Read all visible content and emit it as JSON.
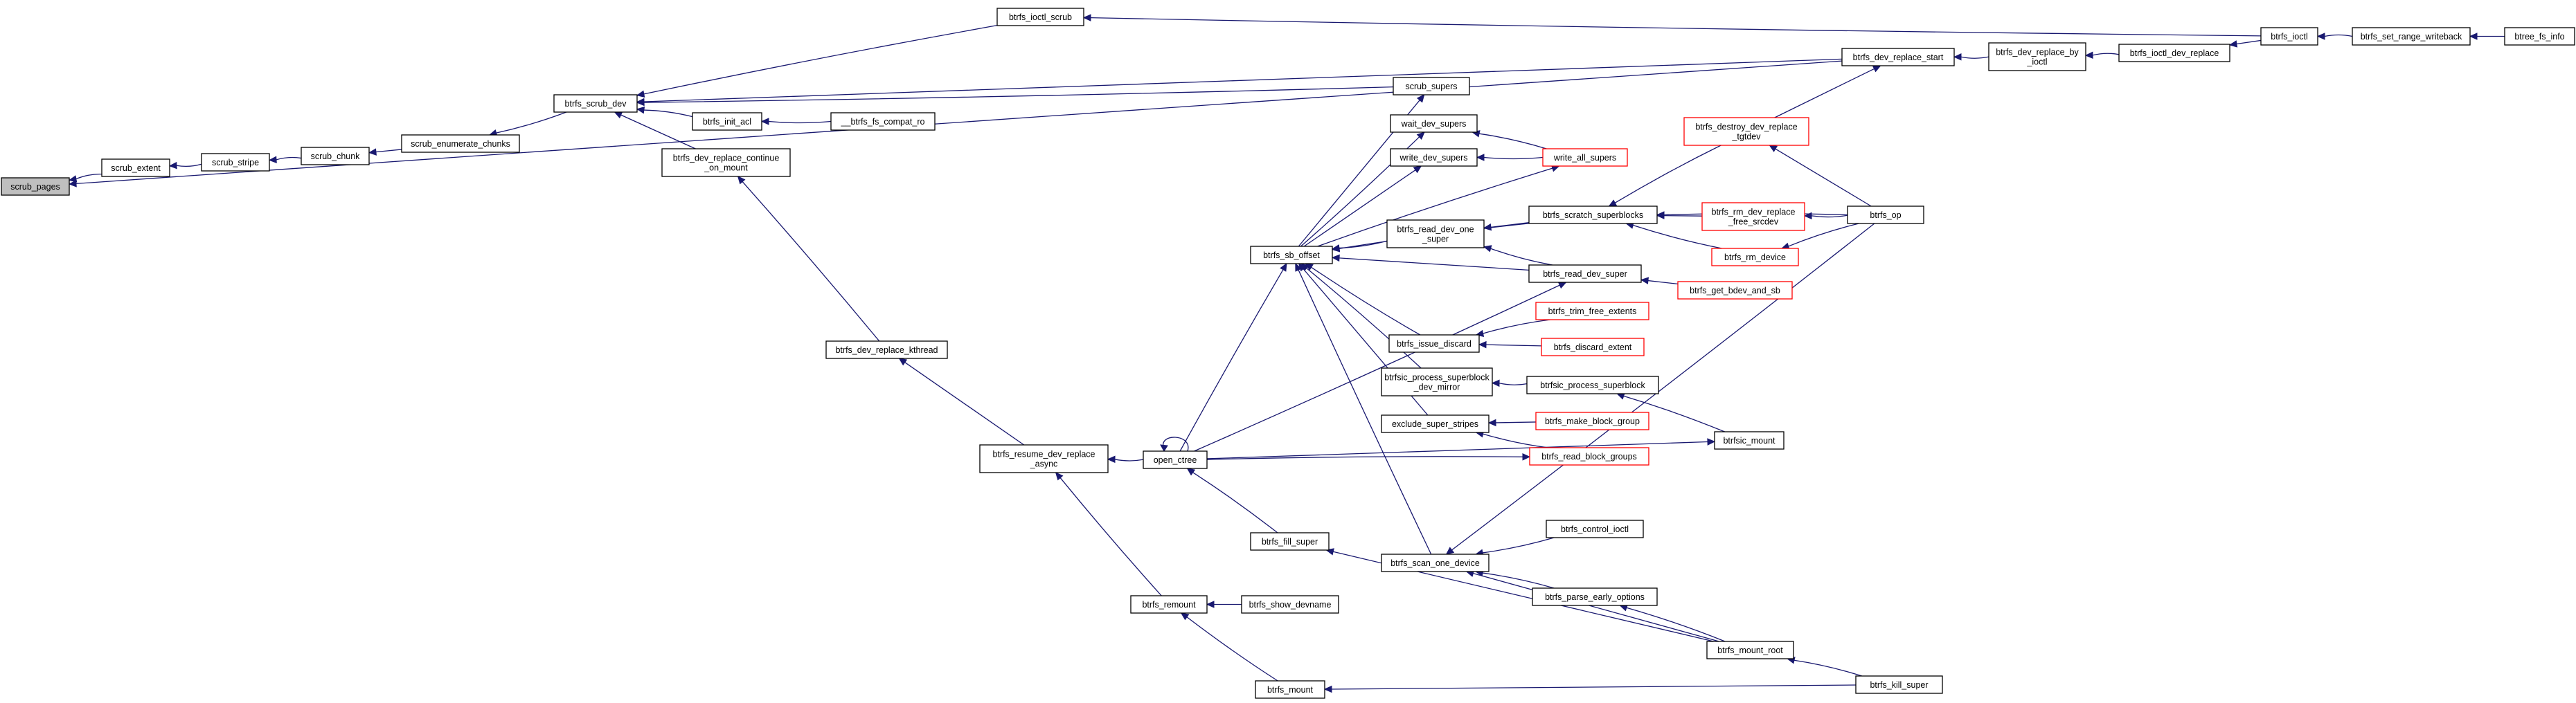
{
  "graph": {
    "colors": {
      "edge": "#191970",
      "node_border": "#000000",
      "node_border_truncated": "#ff0000",
      "node_fill": "#ffffff",
      "root_fill": "#bfbfbf"
    },
    "nodes": [
      {
        "id": "scrub_pages",
        "lines": [
          "scrub_pages"
        ],
        "root": true
      },
      {
        "id": "scrub_extent",
        "lines": [
          "scrub_extent"
        ]
      },
      {
        "id": "scrub_stripe",
        "lines": [
          "scrub_stripe"
        ]
      },
      {
        "id": "scrub_chunk",
        "lines": [
          "scrub_chunk"
        ]
      },
      {
        "id": "scrub_enumerate_chunks",
        "lines": [
          "scrub_enumerate_chunks"
        ]
      },
      {
        "id": "btrfs_scrub_dev",
        "lines": [
          "btrfs_scrub_dev"
        ]
      },
      {
        "id": "btrfs_ioctl_scrub",
        "lines": [
          "btrfs_ioctl_scrub"
        ]
      },
      {
        "id": "btrfs_ioctl",
        "lines": [
          "btrfs_ioctl"
        ]
      },
      {
        "id": "btrfs_set_range_writeback",
        "lines": [
          "btrfs_set_range_writeback"
        ]
      },
      {
        "id": "btree_fs_info",
        "lines": [
          "btree_fs_info"
        ]
      },
      {
        "id": "btrfs_dev_replace_start",
        "lines": [
          "btrfs_dev_replace_start"
        ]
      },
      {
        "id": "btrfs_dev_replace_by_ioctl",
        "lines": [
          "btrfs_dev_replace_by",
          "_ioctl"
        ]
      },
      {
        "id": "btrfs_ioctl_dev_replace",
        "lines": [
          "btrfs_ioctl_dev_replace"
        ]
      },
      {
        "id": "scrub_supers",
        "lines": [
          "scrub_supers"
        ]
      },
      {
        "id": "btrfs_init_acl",
        "lines": [
          "btrfs_init_acl"
        ]
      },
      {
        "id": "__btrfs_fs_compat_ro",
        "lines": [
          "__btrfs_fs_compat_ro"
        ]
      },
      {
        "id": "btrfs_dev_replace_continue_on_mount",
        "lines": [
          "btrfs_dev_replace_continue",
          "_on_mount"
        ]
      },
      {
        "id": "wait_dev_supers",
        "lines": [
          "wait_dev_supers"
        ]
      },
      {
        "id": "write_dev_supers",
        "lines": [
          "write_dev_supers"
        ]
      },
      {
        "id": "write_all_supers",
        "lines": [
          "write_all_supers"
        ],
        "truncated": true
      },
      {
        "id": "btrfs_destroy_dev_replace_tgtdev",
        "lines": [
          "btrfs_destroy_dev_replace",
          "_tgtdev"
        ],
        "truncated": true
      },
      {
        "id": "btrfs_sb_offset",
        "lines": [
          "btrfs_sb_offset"
        ]
      },
      {
        "id": "btrfs_read_dev_one_super",
        "lines": [
          "btrfs_read_dev_one",
          "_super"
        ]
      },
      {
        "id": "btrfs_scratch_superblocks",
        "lines": [
          "btrfs_scratch_superblocks"
        ]
      },
      {
        "id": "btrfs_rm_dev_replace_free_srcdev",
        "lines": [
          "btrfs_rm_dev_replace",
          "_free_srcdev"
        ],
        "truncated": true
      },
      {
        "id": "btrfs_rm_device",
        "lines": [
          "btrfs_rm_device"
        ],
        "truncated": true
      },
      {
        "id": "btrfs_ioctl_op",
        "lines": [
          "btrfs_ioctl_op"
        ],
        "label_override": "btrfs_op"
      },
      {
        "id": "btrfs_read_dev_super",
        "lines": [
          "btrfs_read_dev_super"
        ]
      },
      {
        "id": "btrfs_get_bdev_and_sb",
        "lines": [
          "btrfs_get_bdev_and_sb"
        ],
        "truncated": true
      },
      {
        "id": "btrfs_trim_free_extents",
        "lines": [
          "btrfs_trim_free_extents"
        ],
        "truncated": true
      },
      {
        "id": "btrfs_issue_discard",
        "lines": [
          "btrfs_issue_discard"
        ]
      },
      {
        "id": "btrfs_discard_extent",
        "lines": [
          "btrfs_discard_extent"
        ],
        "truncated": true
      },
      {
        "id": "btrfs_dev_replace_kthread",
        "lines": [
          "btrfs_dev_replace_kthread"
        ]
      },
      {
        "id": "btrfsic_process_superblock_dev_mirror",
        "lines": [
          "btrfsic_process_superblock",
          "_dev_mirror"
        ]
      },
      {
        "id": "btrfsic_process_superblock",
        "lines": [
          "btrfsic_process_superblock"
        ]
      },
      {
        "id": "exclude_super_stripes",
        "lines": [
          "exclude_super_stripes"
        ]
      },
      {
        "id": "btrfs_make_block_group",
        "lines": [
          "btrfs_make_block_group"
        ],
        "truncated": true
      },
      {
        "id": "btrfs_resume_dev_replace_async",
        "lines": [
          "btrfs_resume_dev_replace",
          "_async"
        ]
      },
      {
        "id": "open_ctree",
        "lines": [
          "open_ctree"
        ]
      },
      {
        "id": "btrfs_read_block_groups",
        "lines": [
          "btrfs_read_block_groups"
        ],
        "truncated": true
      },
      {
        "id": "btrfsic_mount",
        "lines": [
          "btrfsic_mount"
        ]
      },
      {
        "id": "btrfs_fill_super",
        "lines": [
          "btrfs_fill_super"
        ]
      },
      {
        "id": "btrfs_control_ioctl",
        "lines": [
          "btrfs_control_ioctl"
        ]
      },
      {
        "id": "btrfs_scan_one_device",
        "lines": [
          "btrfs_scan_one_device"
        ]
      },
      {
        "id": "btrfs_parse_early_options",
        "lines": [
          "btrfs_parse_early_options"
        ]
      },
      {
        "id": "btrfs_remount",
        "lines": [
          "btrfs_remount"
        ]
      },
      {
        "id": "btrfs_show_devname",
        "lines": [
          "btrfs_show_devname"
        ]
      },
      {
        "id": "btrfs_mount_root",
        "lines": [
          "btrfs_mount_root"
        ]
      },
      {
        "id": "btrfs_mount",
        "lines": [
          "btrfs_mount"
        ]
      },
      {
        "id": "btrfs_kill_super",
        "lines": [
          "btrfs_kill_super"
        ]
      }
    ],
    "edges": [
      [
        "scrub_extent",
        "scrub_pages"
      ],
      [
        "btrfs_dev_replace_start",
        "scrub_pages"
      ],
      [
        "scrub_stripe",
        "scrub_extent"
      ],
      [
        "scrub_chunk",
        "scrub_stripe"
      ],
      [
        "scrub_enumerate_chunks",
        "scrub_chunk"
      ],
      [
        "btrfs_scrub_dev",
        "scrub_enumerate_chunks"
      ],
      [
        "btrfs_ioctl_scrub",
        "btrfs_scrub_dev"
      ],
      [
        "btrfs_dev_replace_start",
        "btrfs_scrub_dev"
      ],
      [
        "scrub_supers",
        "btrfs_scrub_dev"
      ],
      [
        "btrfs_init_acl",
        "btrfs_scrub_dev"
      ],
      [
        "btrfs_dev_replace_continue_on_mount",
        "btrfs_scrub_dev"
      ],
      [
        "btrfs_ioctl",
        "btrfs_ioctl_scrub"
      ],
      [
        "btrfs_set_range_writeback",
        "btrfs_ioctl"
      ],
      [
        "btree_fs_info",
        "btrfs_set_range_writeback"
      ],
      [
        "btrfs_dev_replace_by_ioctl",
        "btrfs_dev_replace_start"
      ],
      [
        "btrfs_ioctl_dev_replace",
        "btrfs_dev_replace_by_ioctl"
      ],
      [
        "btrfs_ioctl",
        "btrfs_ioctl_dev_replace"
      ],
      [
        "__btrfs_fs_compat_ro",
        "btrfs_init_acl"
      ],
      [
        "btrfs_dev_replace_kthread",
        "btrfs_dev_replace_continue_on_mount"
      ],
      [
        "btrfs_sb_offset",
        "scrub_supers"
      ],
      [
        "btrfs_sb_offset",
        "wait_dev_supers"
      ],
      [
        "write_all_supers",
        "wait_dev_supers"
      ],
      [
        "btrfs_sb_offset",
        "write_dev_supers"
      ],
      [
        "write_all_supers",
        "write_dev_supers"
      ],
      [
        "btrfs_sb_offset",
        "write_all_supers"
      ],
      [
        "btrfs_destroy_dev_replace_tgtdev",
        "btrfs_dev_replace_start"
      ],
      [
        "btrfs_read_dev_one_super",
        "btrfs_sb_offset"
      ],
      [
        "btrfs_scratch_superblocks",
        "btrfs_sb_offset"
      ],
      [
        "btrfs_read_dev_super",
        "btrfs_sb_offset"
      ],
      [
        "btrfs_issue_discard",
        "btrfs_sb_offset"
      ],
      [
        "btrfsic_process_superblock_dev_mirror",
        "btrfs_sb_offset"
      ],
      [
        "exclude_super_stripes",
        "btrfs_sb_offset"
      ],
      [
        "btrfs_scan_one_device",
        "btrfs_sb_offset"
      ],
      [
        "open_ctree",
        "btrfs_sb_offset"
      ],
      [
        "btrfs_scratch_superblocks",
        "btrfs_read_dev_one_super"
      ],
      [
        "btrfs_read_dev_super",
        "btrfs_read_dev_one_super"
      ],
      [
        "btrfs_destroy_dev_replace_tgtdev",
        "btrfs_scratch_superblocks"
      ],
      [
        "btrfs_rm_dev_replace_free_srcdev",
        "btrfs_scratch_superblocks"
      ],
      [
        "btrfs_rm_device",
        "btrfs_scratch_superblocks"
      ],
      [
        "btrfs_ioctl_op",
        "btrfs_scratch_superblocks"
      ],
      [
        "btrfs_ioctl_op",
        "btrfs_destroy_dev_replace_tgtdev"
      ],
      [
        "btrfs_ioctl_op",
        "btrfs_rm_dev_replace_free_srcdev"
      ],
      [
        "btrfs_ioctl_op",
        "btrfs_rm_device"
      ],
      [
        "btrfs_get_bdev_and_sb",
        "btrfs_read_dev_super"
      ],
      [
        "open_ctree",
        "btrfs_read_dev_super"
      ],
      [
        "btrfs_trim_free_extents",
        "btrfs_issue_discard"
      ],
      [
        "btrfs_discard_extent",
        "btrfs_issue_discard"
      ],
      [
        "btrfsic_process_superblock",
        "btrfsic_process_superblock_dev_mirror"
      ],
      [
        "btrfsic_mount",
        "btrfsic_process_superblock"
      ],
      [
        "btrfs_make_block_group",
        "exclude_super_stripes"
      ],
      [
        "btrfs_read_block_groups",
        "exclude_super_stripes"
      ],
      [
        "open_ctree",
        "btrfs_read_block_groups"
      ],
      [
        "open_ctree",
        "btrfsic_mount"
      ],
      [
        "open_ctree",
        "btrfs_resume_dev_replace_async"
      ],
      [
        "open_ctree",
        "open_ctree"
      ],
      [
        "btrfs_resume_dev_replace_async",
        "btrfs_dev_replace_kthread"
      ],
      [
        "btrfs_remount",
        "btrfs_resume_dev_replace_async"
      ],
      [
        "btrfs_fill_super",
        "open_ctree"
      ],
      [
        "btrfs_mount_root",
        "btrfs_fill_super"
      ],
      [
        "btrfs_control_ioctl",
        "btrfs_scan_one_device"
      ],
      [
        "btrfs_parse_early_options",
        "btrfs_scan_one_device"
      ],
      [
        "btrfs_mount_root",
        "btrfs_scan_one_device"
      ],
      [
        "btrfs_ioctl_op",
        "btrfs_scan_one_device"
      ],
      [
        "btrfs_mount_root",
        "btrfs_parse_early_options"
      ],
      [
        "btrfs_show_devname",
        "btrfs_remount"
      ],
      [
        "btrfs_mount",
        "btrfs_remount"
      ],
      [
        "btrfs_kill_super",
        "btrfs_mount_root"
      ],
      [
        "btrfs_kill_super",
        "btrfs_mount"
      ]
    ]
  }
}
